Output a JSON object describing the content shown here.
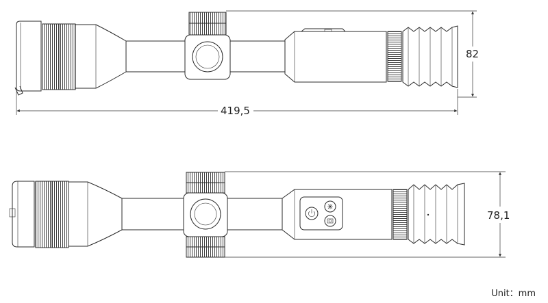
{
  "dimensions": {
    "length": "419,5",
    "top_height": "82",
    "side_height": "78,1"
  },
  "unit_label": "Unit：mm"
}
